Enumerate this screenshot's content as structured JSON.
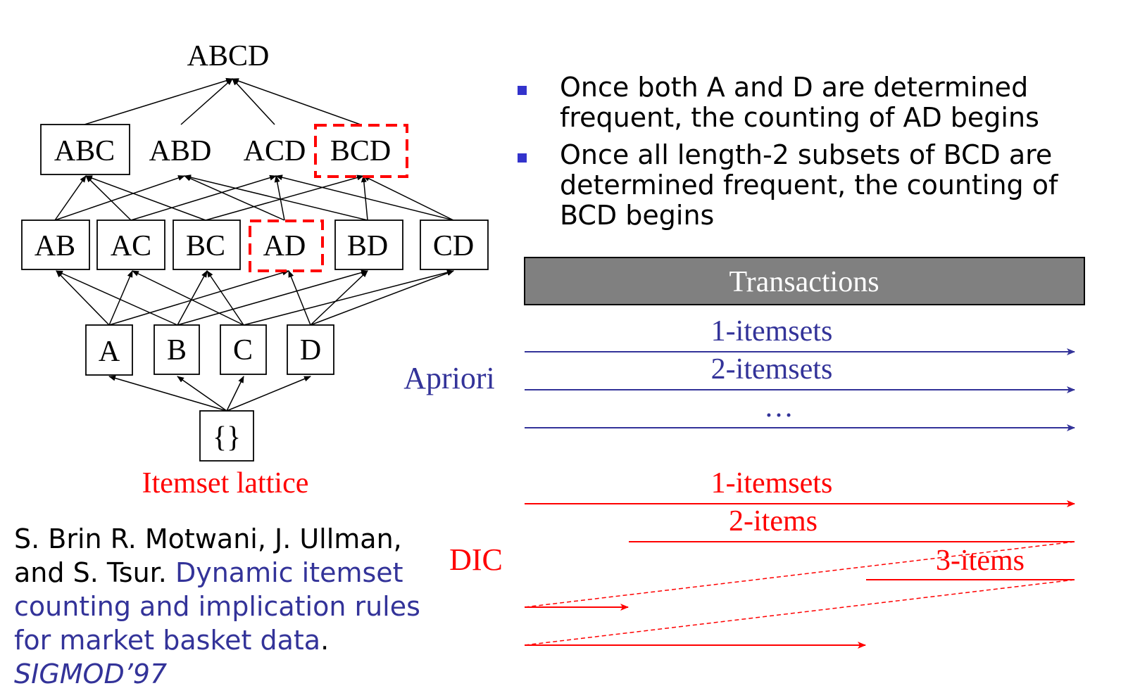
{
  "lattice": {
    "top": "ABCD",
    "level3": [
      "ABC",
      "ABD",
      "ACD",
      "BCD"
    ],
    "level2": [
      "AB",
      "AC",
      "BC",
      "AD",
      "BD",
      "CD"
    ],
    "level1": [
      "A",
      "B",
      "C",
      "D"
    ],
    "bottom": "{}",
    "caption": "Itemset lattice"
  },
  "bullets": [
    "Once both A and D are determined frequent, the counting of AD begins",
    "Once all length-2 subsets of BCD are determined frequent, the counting of BCD begins"
  ],
  "transactions_header": "Transactions",
  "apriori": {
    "label": "Apriori",
    "passes": [
      "1-itemsets",
      "2-itemsets",
      "…"
    ]
  },
  "dic": {
    "label": "DIC",
    "passes": [
      "1-itemsets",
      "2-items",
      "3-items"
    ]
  },
  "citation": {
    "authors": "S. Brin R. Motwani, J. Ullman, and S. Tsur.",
    "title": "Dynamic itemset counting and implication rules for market basket data",
    "separator": ".",
    "venue": "SIGMOD’97"
  },
  "colors": {
    "red": "#ff0000",
    "blue": "#333399",
    "bullet": "#3333cc",
    "header_bg": "#808080"
  }
}
